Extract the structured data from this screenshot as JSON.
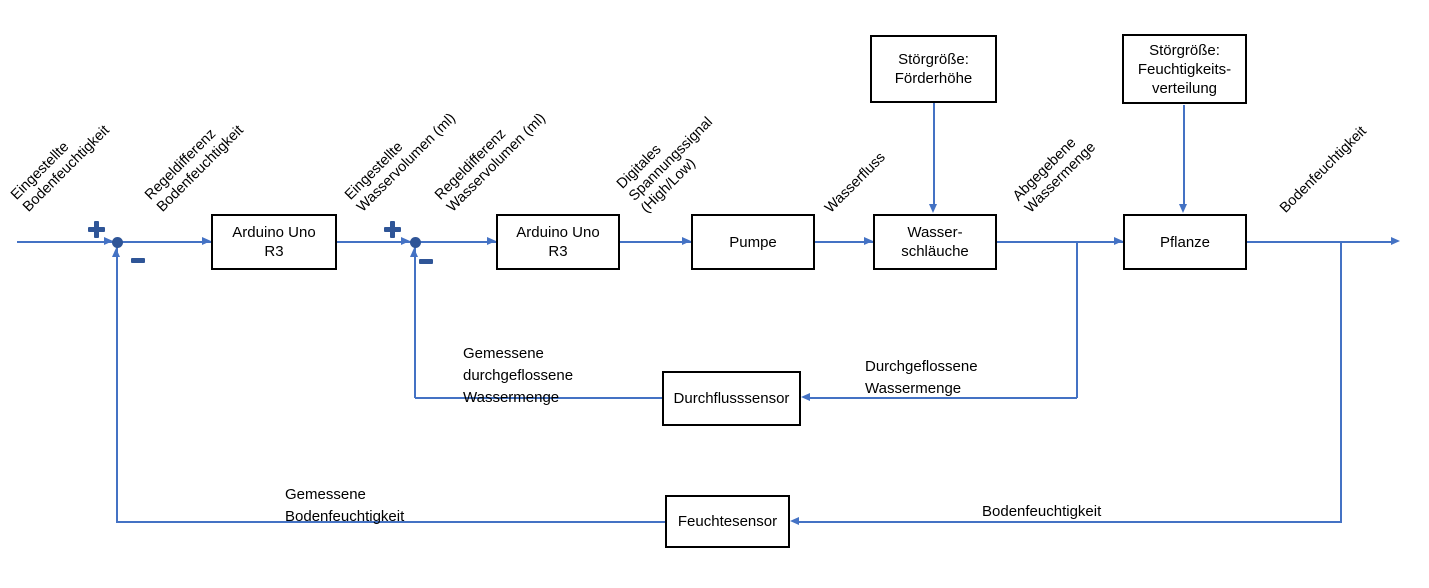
{
  "diagram": {
    "kind": "control-loop-block-diagram",
    "language": "de",
    "colors": {
      "line": "#4472C4",
      "junction": "#2F5597",
      "block_border": "#000000",
      "block_fill": "#FFFFFF",
      "text": "#000000",
      "background": "#FFFFFF"
    },
    "blocks": {
      "arduino1": {
        "label": "Arduino Uno\nR3"
      },
      "arduino2": {
        "label": "Arduino Uno\nR3"
      },
      "pumpe": {
        "label": "Pumpe"
      },
      "wasserschlaeuche": {
        "label": "Wasser-\nschläuche"
      },
      "pflanze": {
        "label": "Pflanze"
      },
      "stoergroesse_foerderhoehe": {
        "label": "Störgröße:\nFörderhöhe"
      },
      "stoergroesse_feuchtigkeitsverteilung": {
        "label": "Störgröße:\nFeuchtigkeits-\nverteilung"
      },
      "durchflusssensor": {
        "label": "Durchflusssensor"
      },
      "feuchtesensor": {
        "label": "Feuchtesensor"
      }
    },
    "signal_labels": {
      "eingestellte_bodenfeuchtigkeit": "Eingestellte\nBodenfeuchtigkeit",
      "regeldifferenz_bodenfeuchtigkeit": "Regeldifferenz\nBodenfeuchtigkeit",
      "eingestellte_wasservolumen": "Eingestellte\nWasservolumen (ml)",
      "regeldifferenz_wasservolumen": "Regeldifferenz\nWasservolumen (ml)",
      "digitales_spannungssignal": "Digitales\nSpannungssignal\n(High/Low)",
      "wasserfluss": "Wasserfluss",
      "abgegebene_wassermenge": "Abgegebene\nWassermenge",
      "bodenfeuchtigkeit": "Bodenfeuchtigkeit"
    },
    "feedback_labels": {
      "gemessene_durchgeflossene_wassermenge": "Gemessene\ndurchgeflossene\nWassermenge",
      "durchgeflossene_wassermenge": "Durchgeflossene\nWassermenge",
      "gemessene_bodenfeuchtigkeit": "Gemessene\nBodenfeuchtigkeit",
      "bodenfeuchtigkeit": "Bodenfeuchtigkeit"
    },
    "junction_signs": {
      "plus": "+",
      "minus": "−"
    },
    "icons": [
      "plus-sign-icon",
      "minus-sign-icon",
      "junction-dot-icon",
      "arrowhead-icon"
    ]
  }
}
